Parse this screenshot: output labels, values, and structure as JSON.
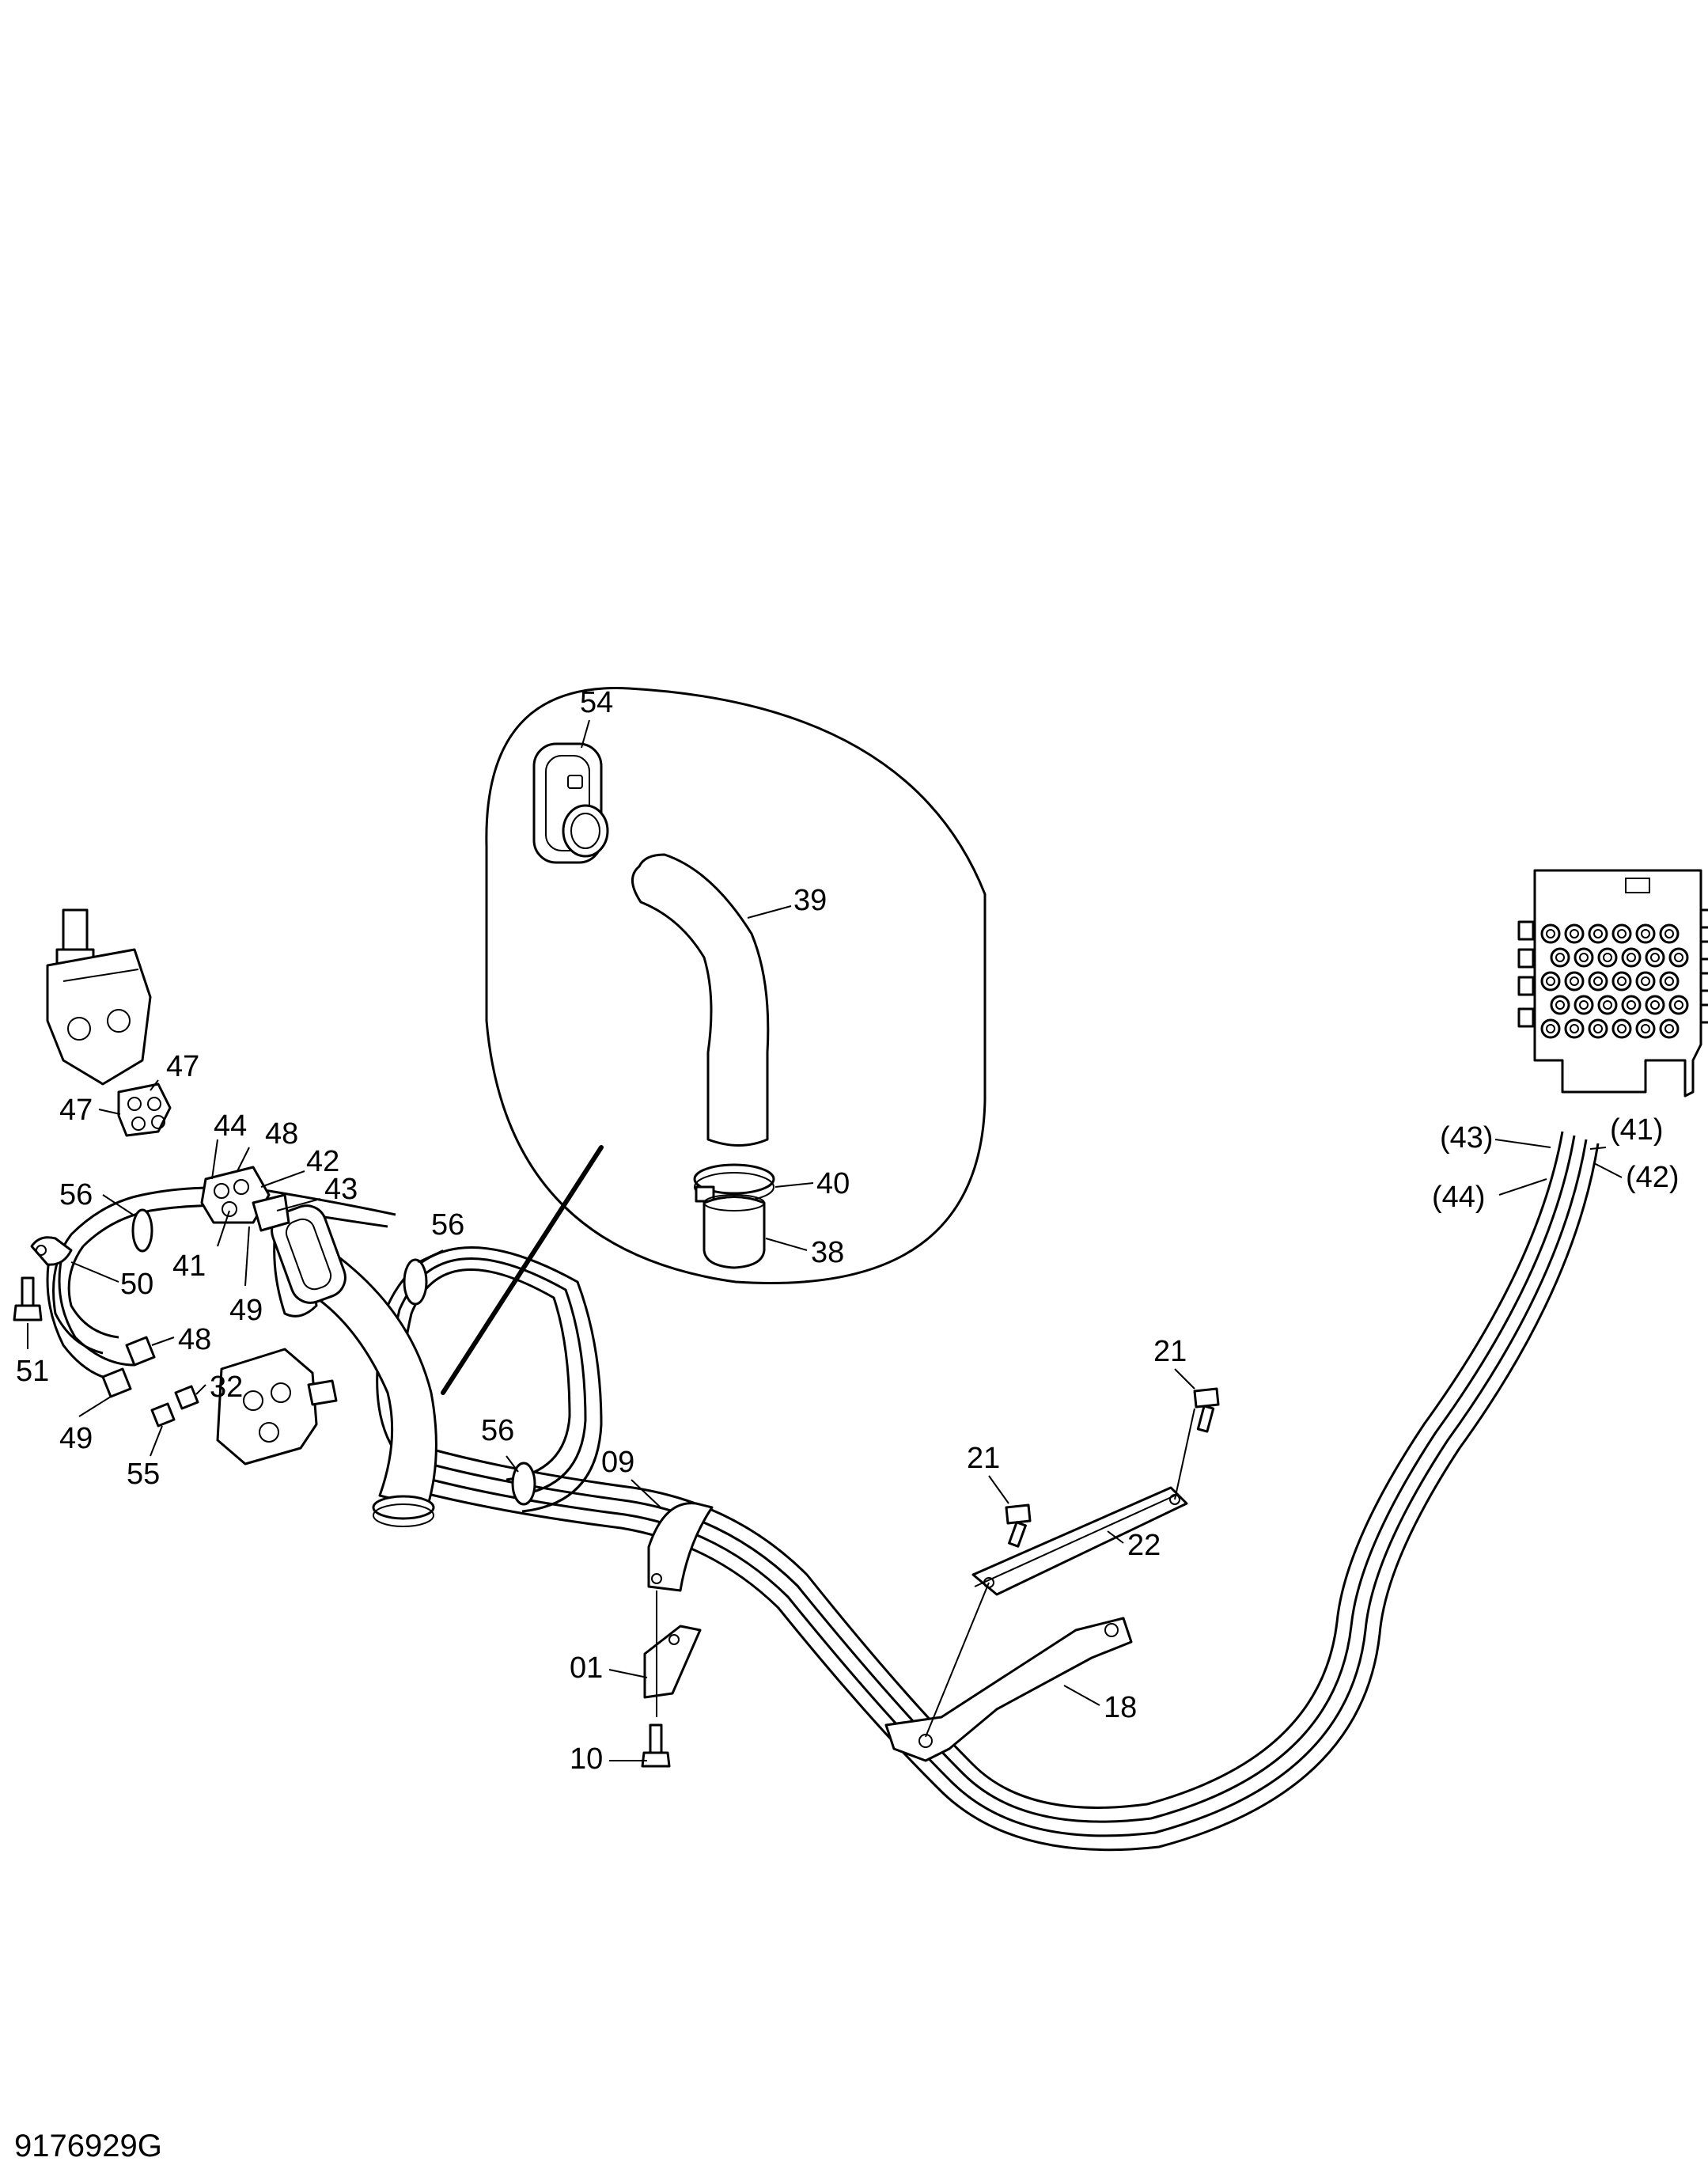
{
  "drawing_number": "9176929G",
  "part_labels": {
    "p54": "54",
    "p39": "39",
    "p40": "40",
    "p38": "38",
    "p47a": "47",
    "p47b": "47",
    "p44": "44",
    "p48a": "48",
    "p42": "42",
    "p43": "43",
    "p56a": "56",
    "p41": "41",
    "p49a": "49",
    "p50": "50",
    "p51": "51",
    "p48b": "48",
    "p32": "32",
    "p49b": "49",
    "p55": "55",
    "p56b": "56",
    "p56c": "56",
    "p09": "09",
    "p01": "01",
    "p10": "10",
    "p21a": "21",
    "p21b": "21",
    "p22": "22",
    "p18": "18",
    "p43r": "(43)",
    "p41r": "(41)",
    "p42r": "(42)",
    "p44r": "(44)"
  }
}
